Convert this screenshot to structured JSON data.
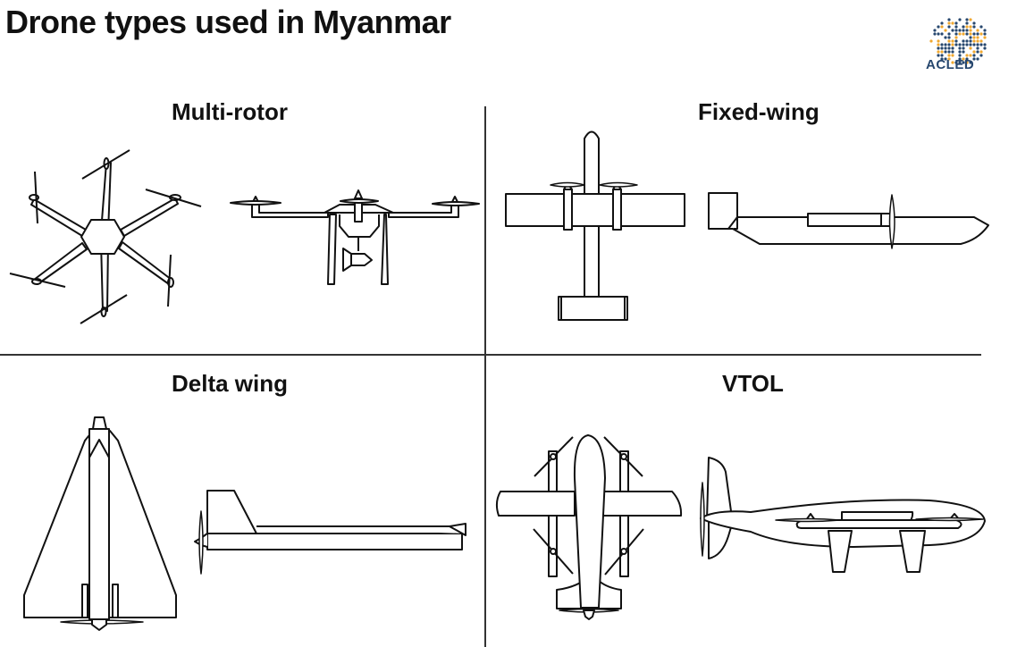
{
  "header": {
    "title": "Drone types used in Myanmar",
    "logo_text": "ACLED"
  },
  "colors": {
    "logo_blue": "#27476e",
    "logo_orange": "#f0a830",
    "line": "#111111"
  },
  "quadrants": [
    {
      "label": "Multi-rotor",
      "illustrations": [
        "hexacopter-top-view",
        "quadcopter-side-view-with-bomb"
      ]
    },
    {
      "label": "Fixed-wing",
      "illustrations": [
        "fixed-wing-top-view",
        "fixed-wing-side-view"
      ]
    },
    {
      "label": "Delta wing",
      "illustrations": [
        "delta-wing-top-view",
        "delta-wing-side-view"
      ]
    },
    {
      "label": "VTOL",
      "illustrations": [
        "vtol-top-view",
        "vtol-side-view"
      ]
    }
  ]
}
